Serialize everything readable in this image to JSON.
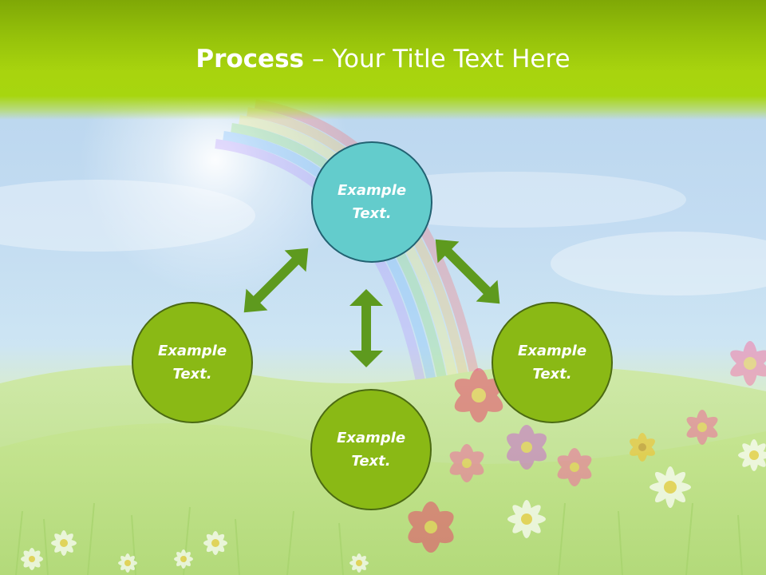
{
  "slide": {
    "title_bold": "Process",
    "title_rest": " – Your Title Text Here"
  },
  "process": {
    "steps": [
      {
        "text": "Example Text.",
        "color": "#63cccc"
      },
      {
        "text": "Example Text.",
        "color": "#8ab915"
      },
      {
        "text": "Example Text.",
        "color": "#8ab915"
      },
      {
        "text": "Example Text.",
        "color": "#8ab915"
      }
    ],
    "arrow_color": "#5e9a1e",
    "arrow_icon": "double-headed-arrow"
  },
  "background": {
    "scene": "meadow-with-rainbow",
    "accent": "#a7d60f"
  }
}
